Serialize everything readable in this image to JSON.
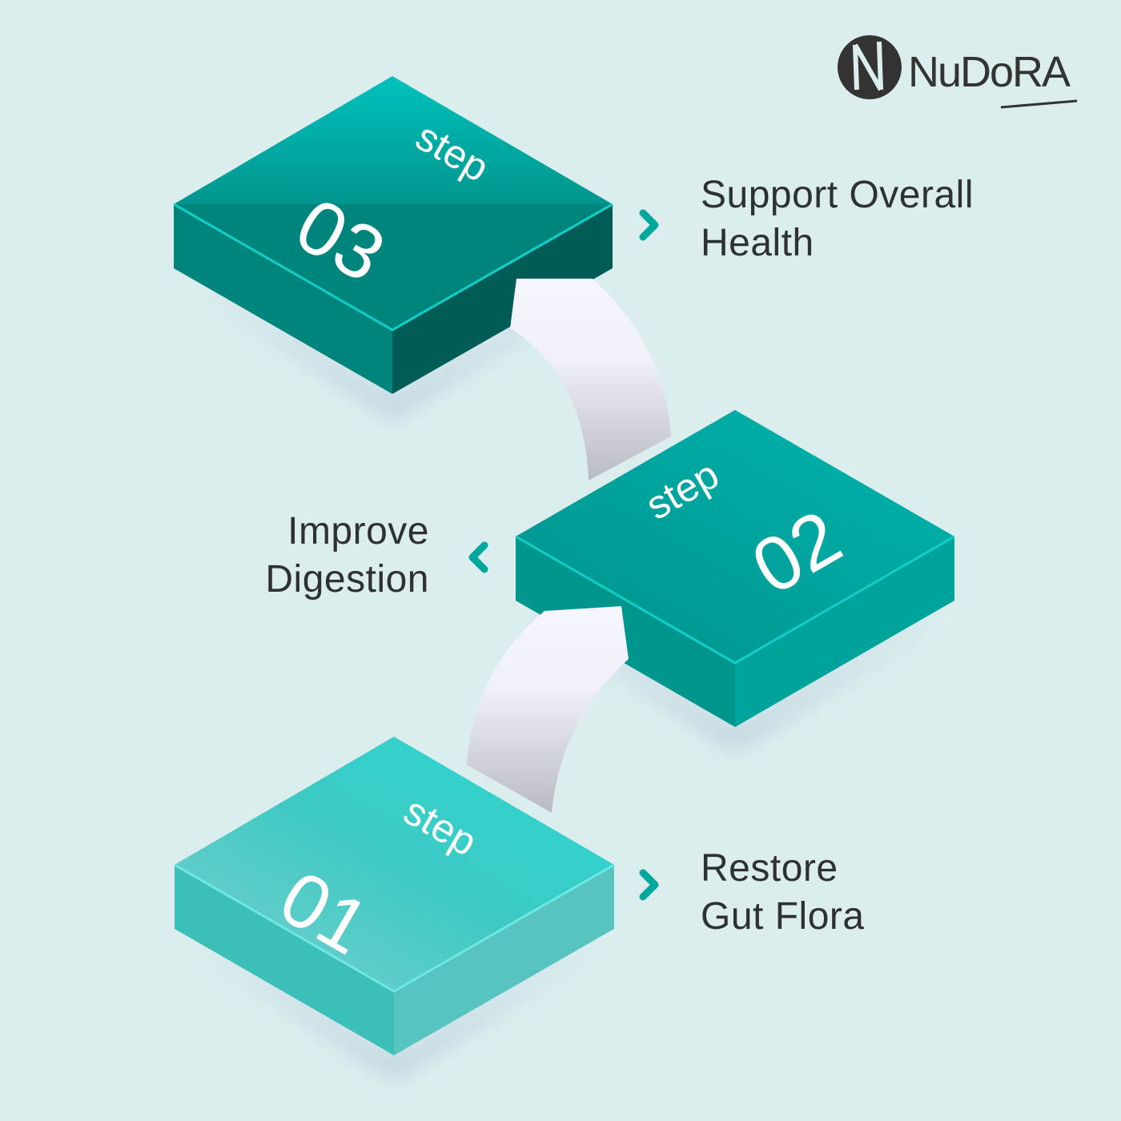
{
  "logo": {
    "text": "NuDoRA"
  },
  "steps": [
    {
      "word": "step",
      "number": "01",
      "label_line1": "Restore",
      "label_line2": "Gut Flora"
    },
    {
      "word": "step",
      "number": "02",
      "label_line1": "Improve",
      "label_line2": "Digestion"
    },
    {
      "word": "step",
      "number": "03",
      "label_line1": "Support Overall",
      "label_line2": "Health"
    }
  ],
  "colors": {
    "background": "#dbeded",
    "teal": "#00a79d",
    "teal_dark": "#00857c",
    "text": "#2e3133"
  }
}
